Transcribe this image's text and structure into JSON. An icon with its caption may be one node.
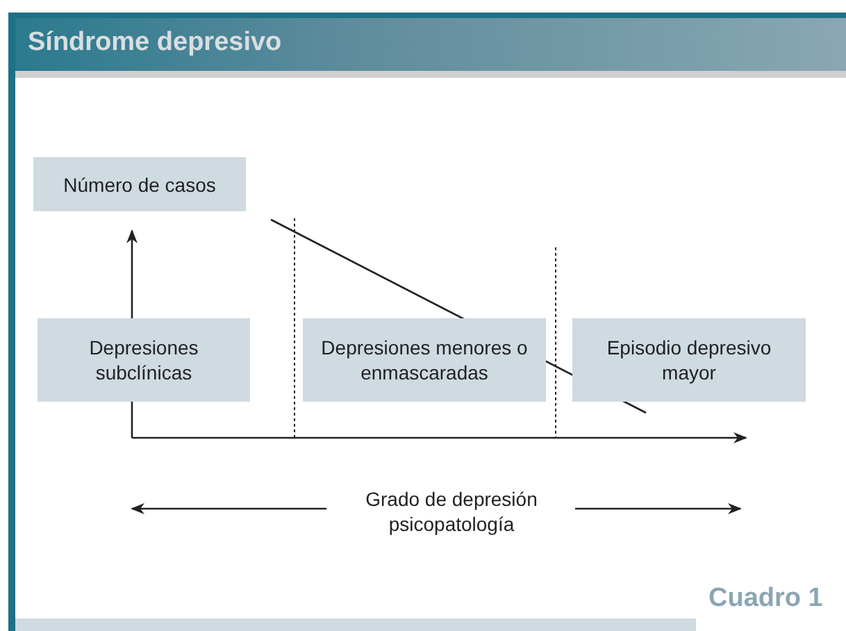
{
  "diagram": {
    "title": "Síndrome depresivo",
    "caption": "Cuadro 1",
    "nodes": [
      {
        "text": [
          "Número de casos"
        ]
      },
      {
        "text": [
          "Depresiones subclínicas"
        ]
      },
      {
        "text": [
          "Depresiones menores o enmascaradas"
        ]
      },
      {
        "text": [
          "Episodio depresivo mayor"
        ]
      }
    ],
    "labels": [
      "Grado de depresión psicopatología"
    ]
  }
}
